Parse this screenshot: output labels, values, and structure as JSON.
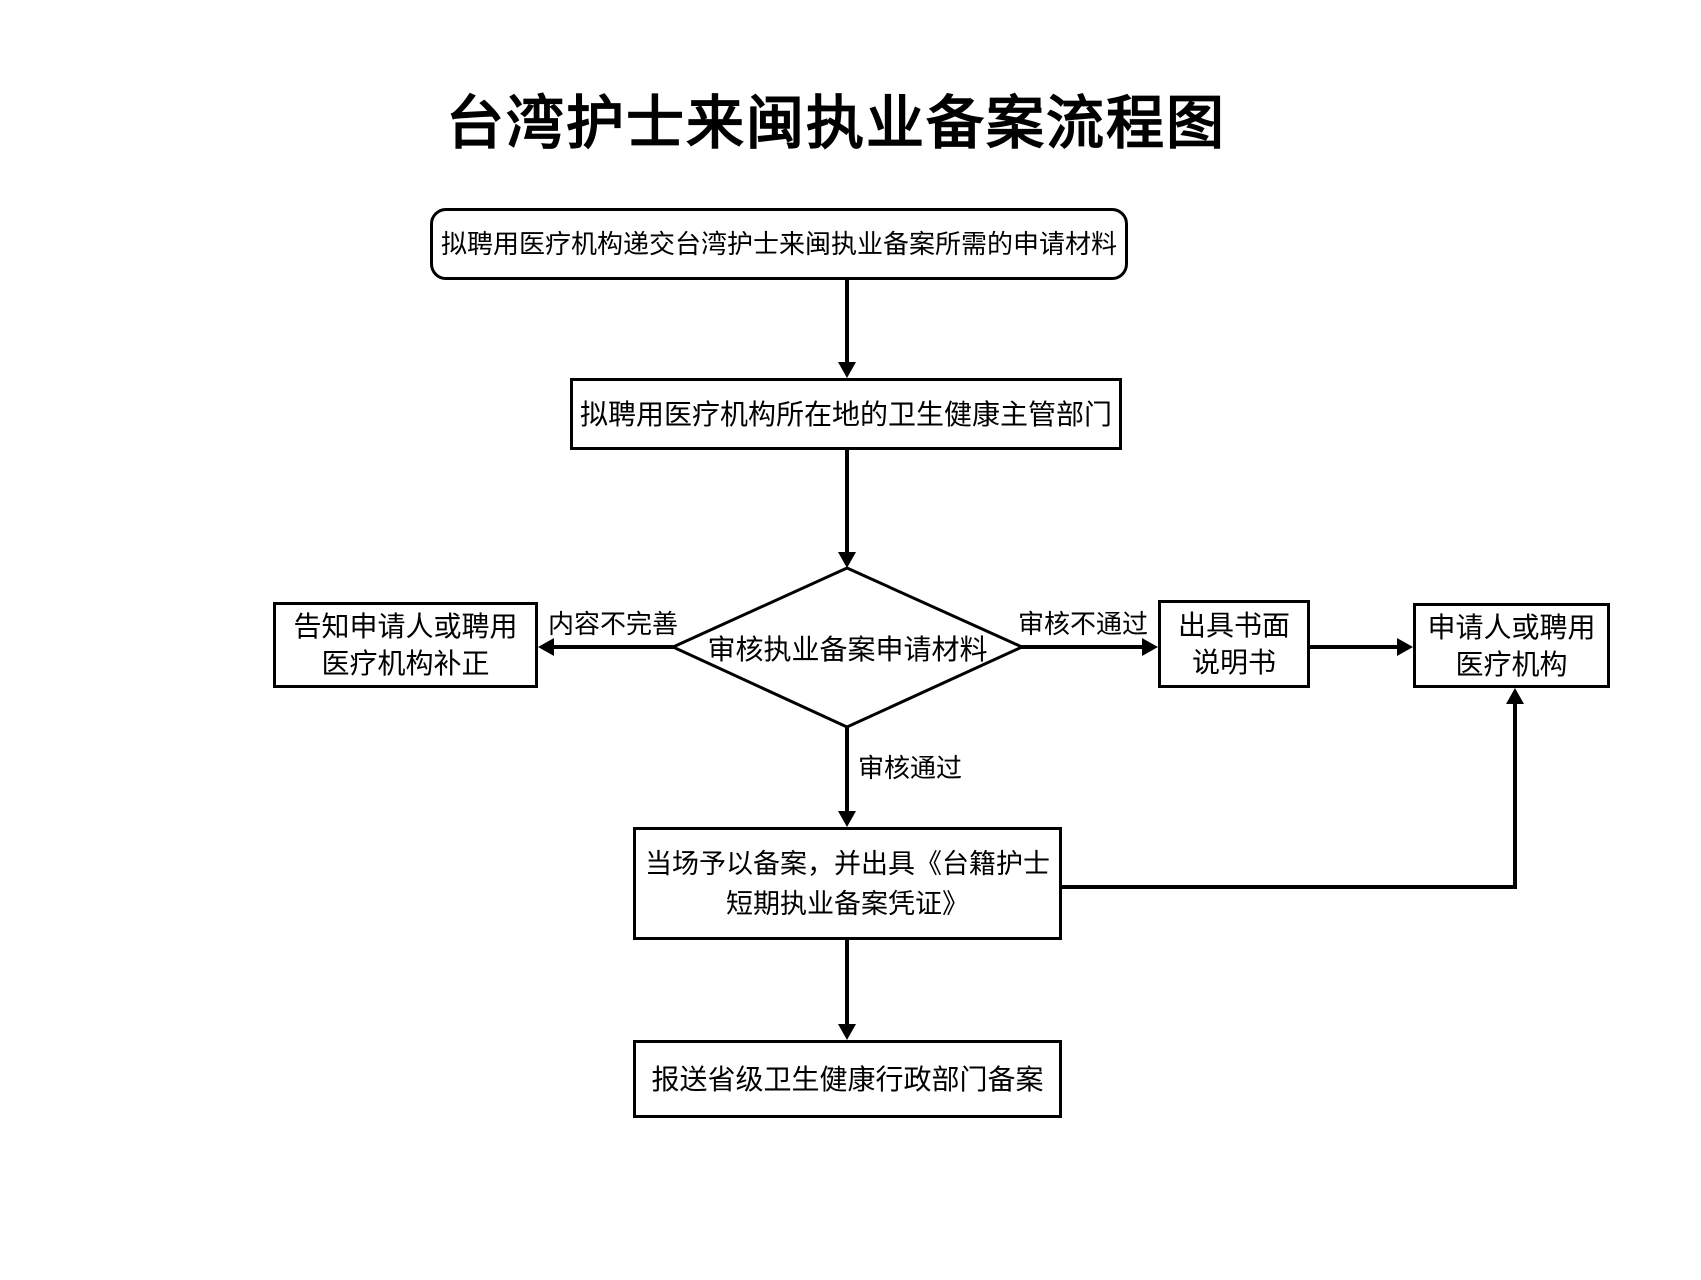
{
  "page": {
    "title": "台湾护士来闽执业备案流程图",
    "background_color": "#ffffff",
    "line_color": "#000000"
  },
  "nodes": {
    "submit": {
      "shape": "rounded-rect",
      "text": "拟聘用医疗机构递交台湾护士来闽执业备案所需的申请材料"
    },
    "authority": {
      "shape": "rect",
      "text": "拟聘用医疗机构所在地的卫生健康主管部门"
    },
    "review": {
      "shape": "diamond",
      "text": "审核执业备案申请材料"
    },
    "notify_correction": {
      "shape": "rect",
      "lines": [
        "告知申请人或聘用",
        "医疗机构补正"
      ]
    },
    "written_statement": {
      "shape": "rect",
      "lines": [
        "出具书面",
        "说明书"
      ]
    },
    "applicant_org": {
      "shape": "rect",
      "lines": [
        "申请人或聘用",
        "医疗机构"
      ]
    },
    "issue_record": {
      "shape": "rect",
      "lines": [
        "当场予以备案，并出具《台籍护士",
        "短期执业备案凭证》"
      ]
    },
    "report_provincial": {
      "shape": "rect",
      "text": "报送省级卫生健康行政部门备案"
    }
  },
  "edge_labels": {
    "incomplete": "内容不完善",
    "fail": "审核不通过",
    "pass": "审核通过"
  }
}
